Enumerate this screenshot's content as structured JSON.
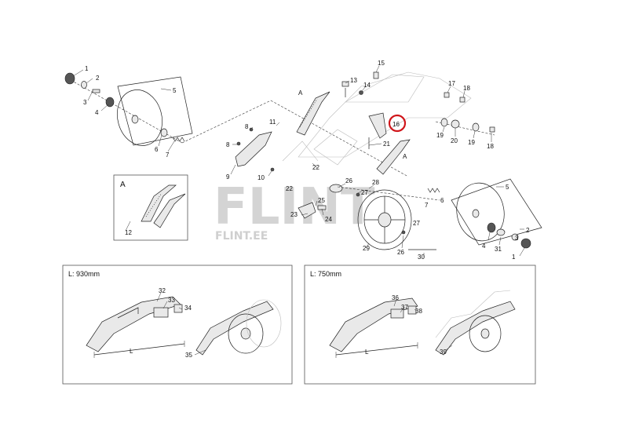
{
  "callouts": {
    "c1": "1",
    "c2": "2",
    "c3": "3",
    "c4": "4",
    "c5": "5",
    "c6": "6",
    "c7": "7",
    "c8": "8",
    "c9": "9",
    "c10": "10",
    "c11": "11",
    "c12": "12",
    "c13": "13",
    "c14": "14",
    "c15": "15",
    "c16": "16",
    "c17": "17",
    "c18": "18",
    "c19": "19",
    "c20": "20",
    "c21": "21",
    "c22": "22",
    "c23": "23",
    "c24": "24",
    "c25": "25",
    "c26": "26",
    "c27": "27",
    "c28": "28",
    "c29": "29",
    "c30": "30",
    "c31": "31",
    "c32": "32",
    "c33": "33",
    "c34": "34",
    "c35": "35",
    "c36": "36",
    "c37": "37",
    "c38": "38",
    "c39": "39"
  },
  "detail_a": {
    "label": "A"
  },
  "ref_a": "A",
  "panels": {
    "left": {
      "title": "L: 930mm",
      "dim": "L"
    },
    "right": {
      "title": "L: 750mm",
      "dim": "L"
    }
  },
  "watermark": {
    "main": "FLINT",
    "sub": "FLINT.EE"
  },
  "highlight": {
    "part": "16",
    "color": "#d0161b"
  }
}
